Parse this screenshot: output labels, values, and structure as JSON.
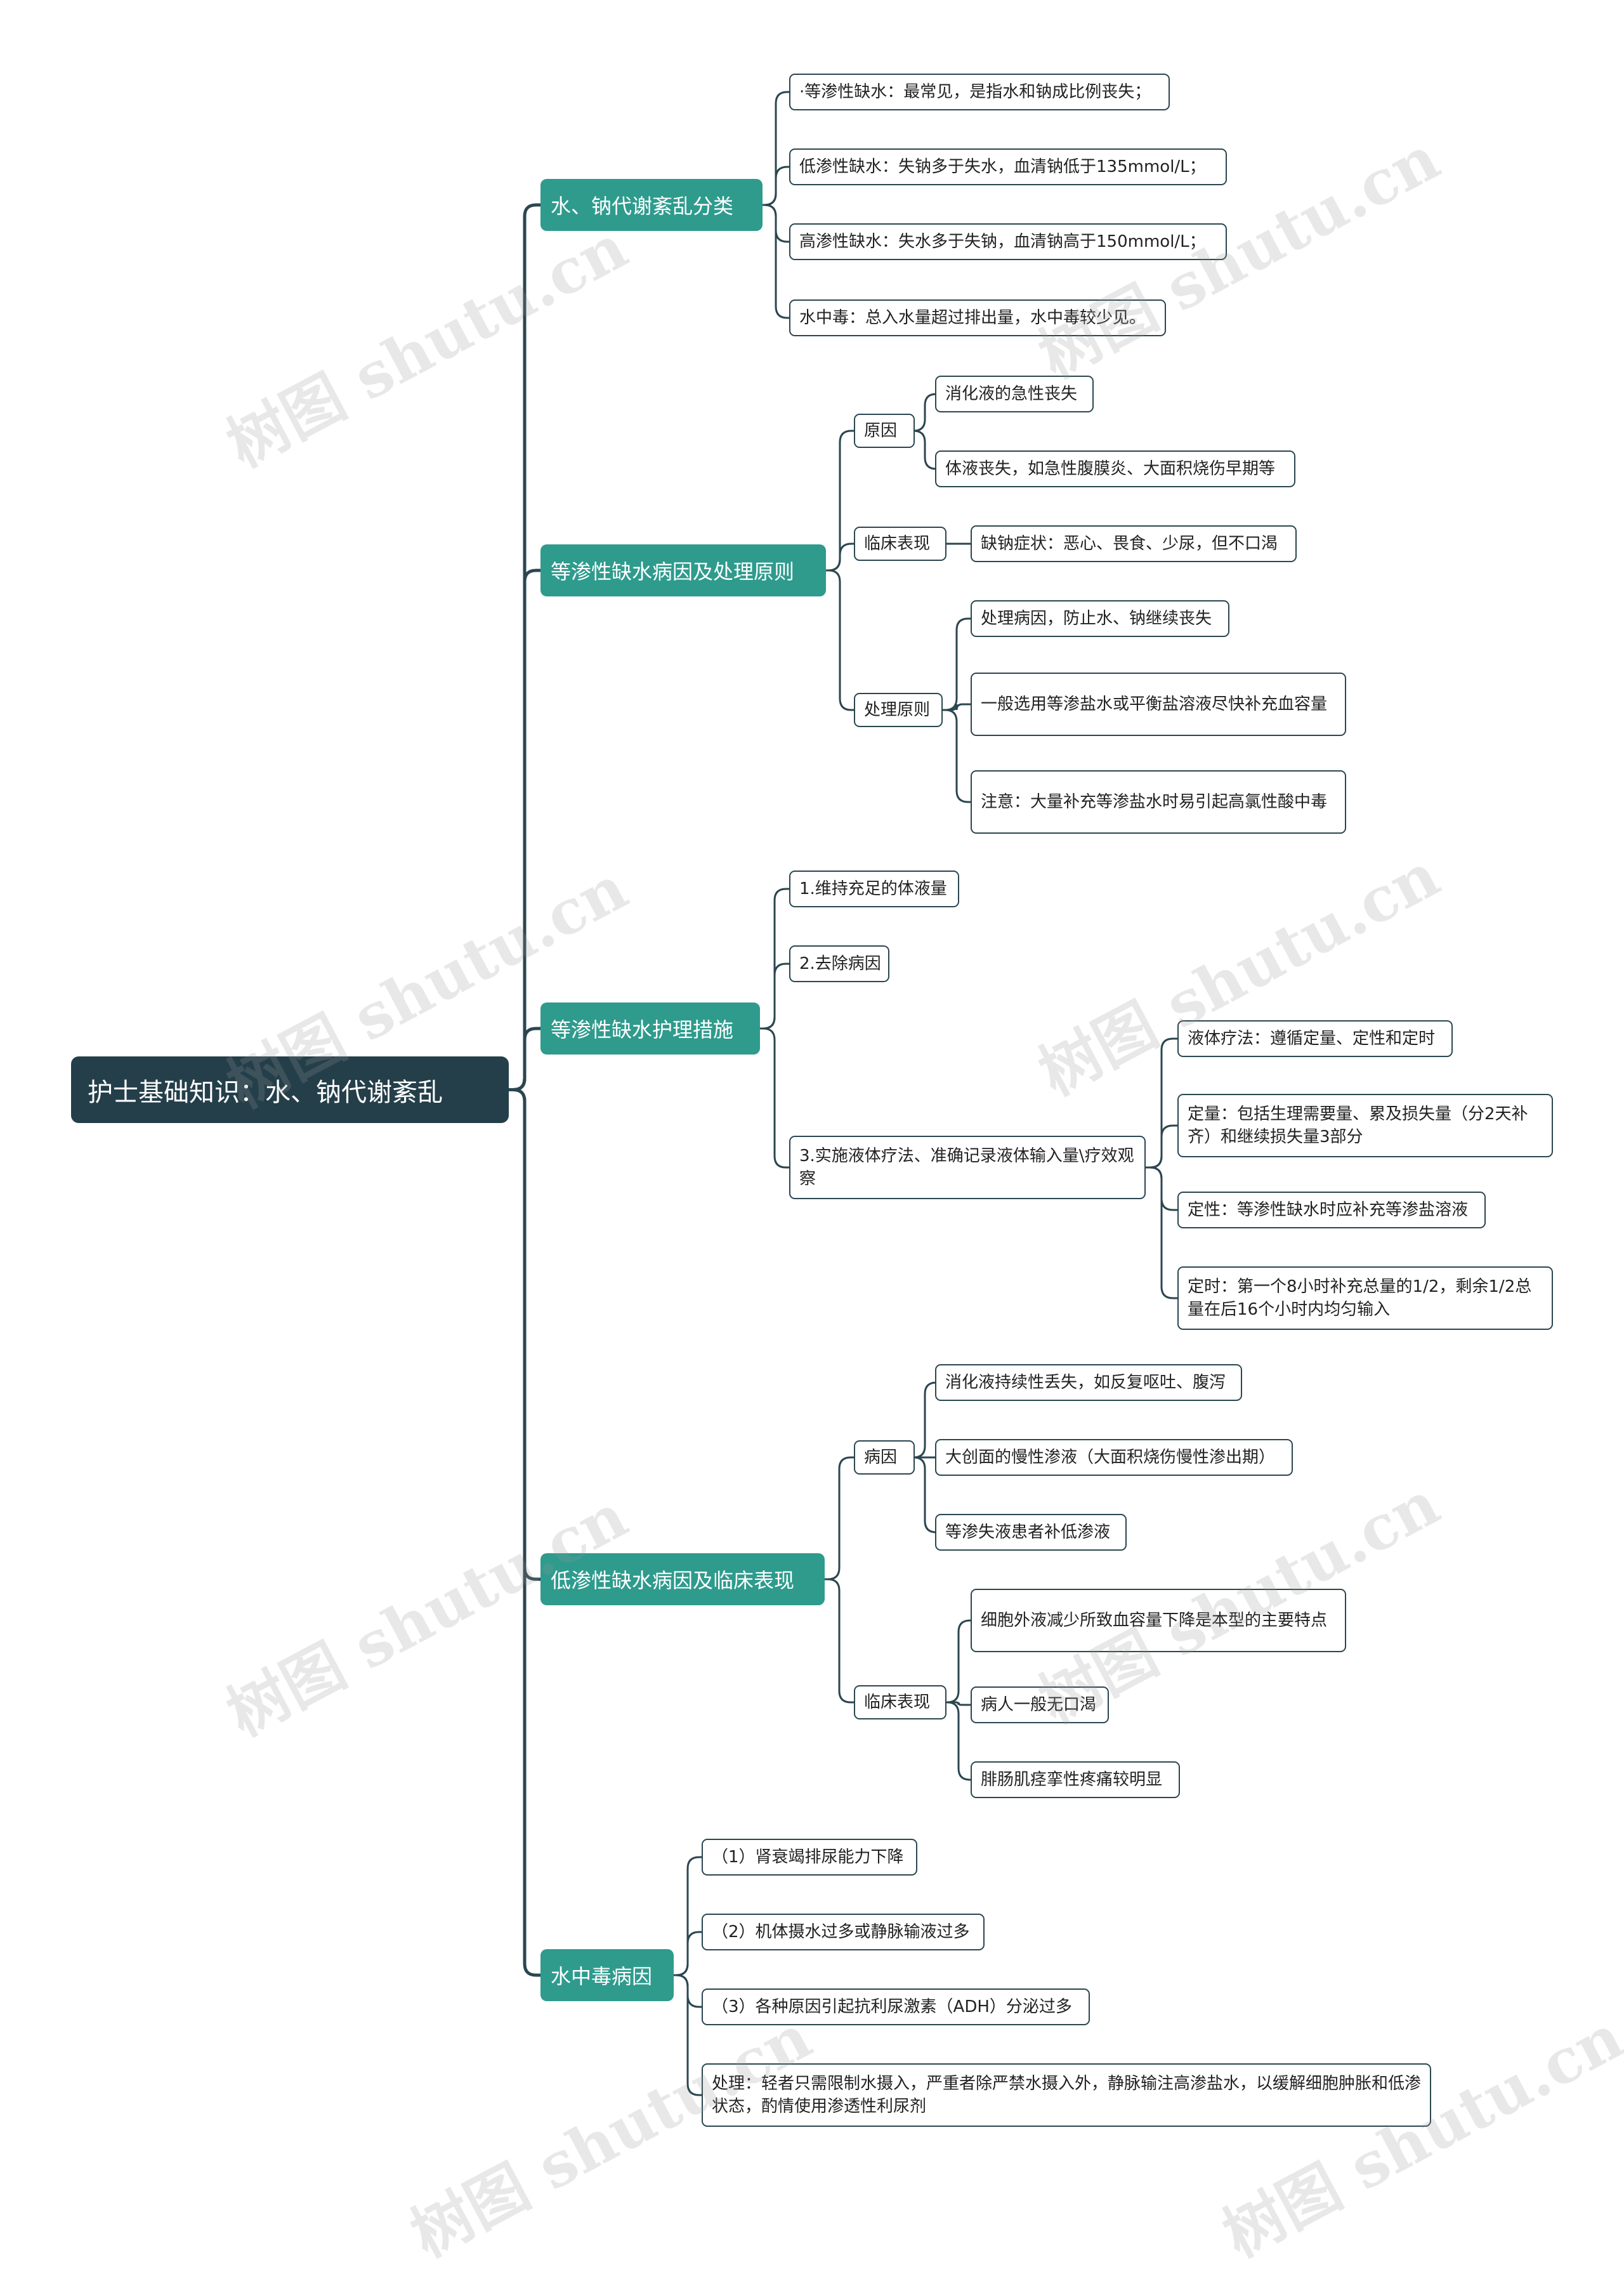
{
  "root": "护士基础知识：水、钠代谢紊乱",
  "watermark": "树图 shutu.cn",
  "colors": {
    "root": "#243f4a",
    "branch": "#2e9b8d",
    "line": "#2b4650"
  },
  "branches": [
    {
      "label": "水、钠代谢紊乱分类",
      "children": [
        {
          "label": "·等渗性缺水：最常见，是指水和钠成比例丧失；"
        },
        {
          "label": "低渗性缺水：失钠多于失水，血清钠低于135mmol/L；"
        },
        {
          "label": "高渗性缺水：失水多于失钠，血清钠高于150mmol/L；"
        },
        {
          "label": "水中毒：总入水量超过排出量，水中毒较少见。"
        }
      ]
    },
    {
      "label": "等渗性缺水病因及处理原则",
      "children": [
        {
          "label": "原因",
          "children": [
            {
              "label": "消化液的急性丧失"
            },
            {
              "label": "体液丧失，如急性腹膜炎、大面积烧伤早期等"
            }
          ]
        },
        {
          "label": "临床表现",
          "children": [
            {
              "label": "缺钠症状：恶心、畏食、少尿，但不口渴"
            }
          ]
        },
        {
          "label": "处理原则",
          "children": [
            {
              "label": "处理病因，防止水、钠继续丧失"
            },
            {
              "label": "一般选用等渗盐水或平衡盐溶液尽快补充血容量"
            },
            {
              "label": "注意：大量补充等渗盐水时易引起高氯性酸中毒"
            }
          ]
        }
      ]
    },
    {
      "label": "等渗性缺水护理措施",
      "children": [
        {
          "label": "1.维持充足的体液量"
        },
        {
          "label": "2.去除病因"
        },
        {
          "label": "3.实施液体疗法、准确记录液体输入量\\疗效观察",
          "children": [
            {
              "label": "液体疗法：遵循定量、定性和定时"
            },
            {
              "label": "定量：包括生理需要量、累及损失量（分2天补齐）和继续损失量3部分"
            },
            {
              "label": "定性：等渗性缺水时应补充等渗盐溶液"
            },
            {
              "label": "定时：第一个8小时补充总量的1/2，剩余1/2总量在后16个小时内均匀输入"
            }
          ]
        }
      ]
    },
    {
      "label": "低渗性缺水病因及临床表现",
      "children": [
        {
          "label": "病因",
          "children": [
            {
              "label": "消化液持续性丢失，如反复呕吐、腹泻"
            },
            {
              "label": "大创面的慢性渗液（大面积烧伤慢性渗出期）"
            },
            {
              "label": "等渗失液患者补低渗液"
            }
          ]
        },
        {
          "label": "临床表现",
          "children": [
            {
              "label": "细胞外液减少所致血容量下降是本型的主要特点"
            },
            {
              "label": "病人一般无口渴"
            },
            {
              "label": "腓肠肌痉挛性疼痛较明显"
            }
          ]
        }
      ]
    },
    {
      "label": "水中毒病因",
      "children": [
        {
          "label": "（1）肾衰竭排尿能力下降"
        },
        {
          "label": "（2）机体摄水过多或静脉输液过多"
        },
        {
          "label": "（3）各种原因引起抗利尿激素（ADH）分泌过多"
        },
        {
          "label": "处理：轻者只需限制水摄入，严重者除严禁水摄入外，静脉输注高渗盐水，以缓解细胞肿胀和低渗状态，酌情使用渗透性利尿剂"
        }
      ]
    }
  ]
}
